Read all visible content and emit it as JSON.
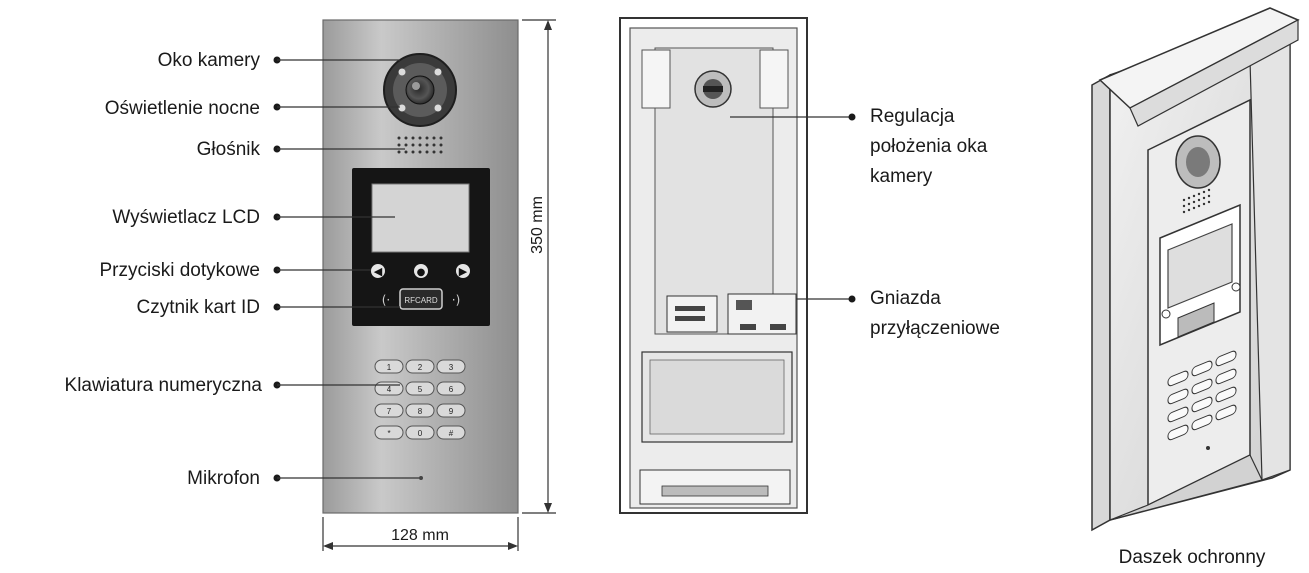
{
  "front_labels": {
    "camera_eye": "Oko kamery",
    "night_light": "Oświetlenie nocne",
    "speaker": "Głośnik",
    "lcd": "Wyświetlacz LCD",
    "touch_buttons": "Przyciski dotykowe",
    "card_reader": "Czytnik kart ID",
    "keypad": "Klawiatura numeryczna",
    "microphone": "Mikrofon"
  },
  "dimensions": {
    "height": "350 mm",
    "width": "128 mm"
  },
  "back_labels": {
    "camera_adjust": [
      "Regulacja",
      "położenia oka",
      "kamery"
    ],
    "sockets": [
      "Gniazda",
      "przyłączeniowe"
    ]
  },
  "hood_label": "Daszek ochronny",
  "keypad_keys": [
    "1",
    "2",
    "3",
    "4",
    "5",
    "6",
    "7",
    "8",
    "9",
    "*",
    "0",
    "#"
  ],
  "reader_text": "RFCARD"
}
